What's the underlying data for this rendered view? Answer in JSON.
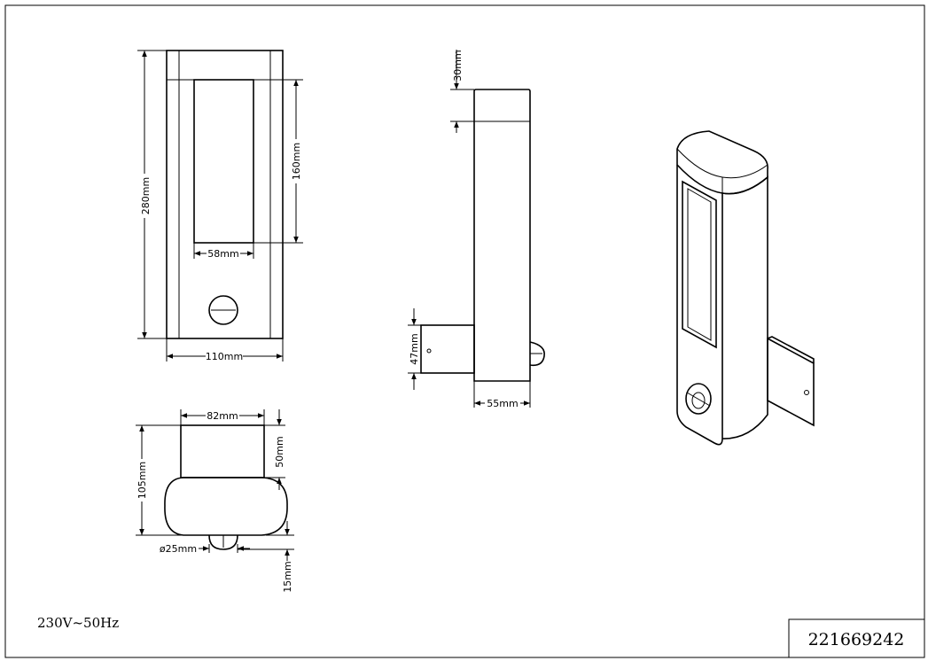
{
  "front_view": {
    "height_label": "280mm",
    "window_height_label": "160mm",
    "window_width_label": "58mm",
    "width_label": "110mm"
  },
  "side_view": {
    "cap_label": "30mm",
    "bracket_label": "47mm",
    "depth_label": "55mm"
  },
  "top_view": {
    "top_width_label": "82mm",
    "height_label": "105mm",
    "bracket_label": "50mm",
    "sensor_diameter_label": "ø25mm",
    "sensor_depth_label": "15mm"
  },
  "voltage_note": "230V~50Hz",
  "article_number": "221669242"
}
